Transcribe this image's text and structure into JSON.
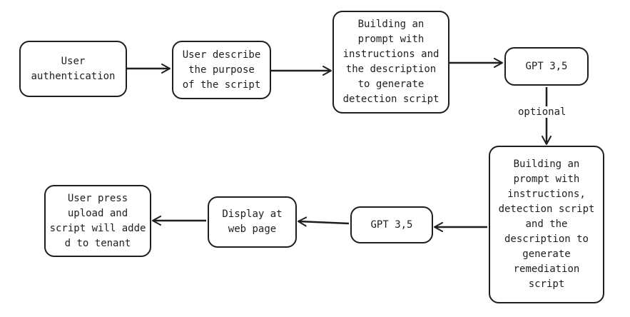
{
  "colors": {
    "stroke": "#1e1e1e",
    "background": "#ffffff"
  },
  "nodes": {
    "user_authentication": "User\nauthentication",
    "describe_purpose": "User describe\nthe purpose\nof the script",
    "build_prompt_detection": "Building an\nprompt with\ninstructions and\nthe description\nto generate\ndetection script",
    "gpt_first": "GPT 3,5",
    "build_prompt_remediation": "Building an\nprompt with\ninstructions,\ndetection script\nand the\ndescription to\ngenerate\nremediation\nscript",
    "gpt_second": "GPT 3,5",
    "display_web_page": "Display at\nweb page",
    "user_upload": "User press\nupload and\nscript will adde\nd to tenant"
  },
  "edge_labels": {
    "optional": "optional"
  }
}
